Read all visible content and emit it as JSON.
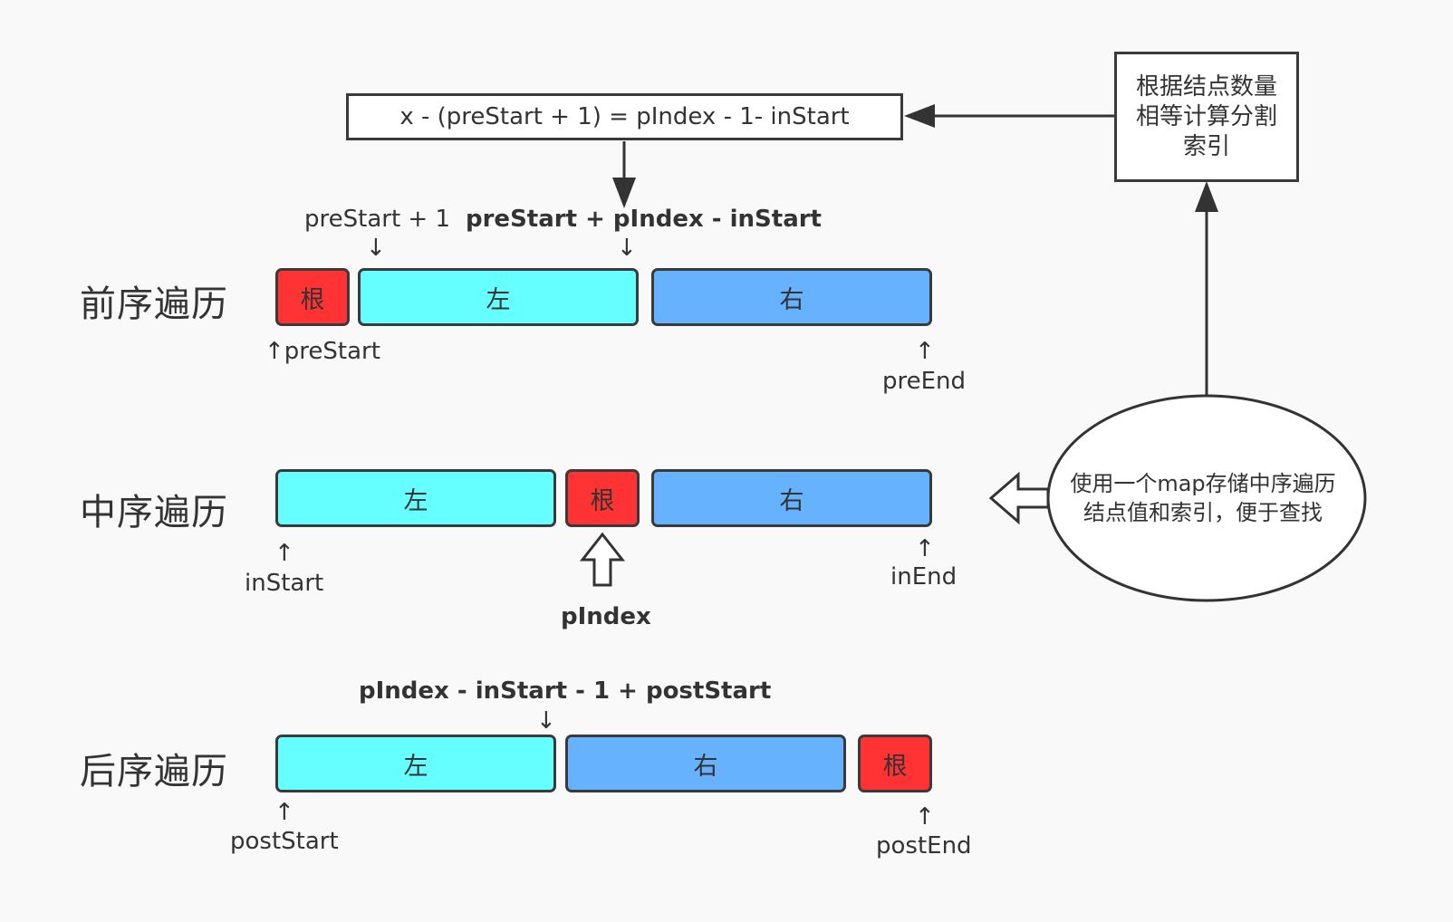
{
  "formula": "x - (preStart + 1) = pIndex - 1- inStart",
  "note_box": "根据结点数量相等计算分割索引",
  "note_ellipse": "使用一个map存储中序遍历结点值和索引，便于查找",
  "arrow_glyphs": {
    "down": "↓",
    "up": "↑"
  },
  "preorder": {
    "title": "前序遍历",
    "segments": {
      "root": "根",
      "left": "左",
      "right": "右"
    },
    "labels": {
      "left_start": "preStart + 1",
      "left_end": "preStart + pIndex - inStart",
      "start": "↑preStart",
      "end": "preEnd"
    }
  },
  "inorder": {
    "title": "中序遍历",
    "segments": {
      "left": "左",
      "root": "根",
      "right": "右"
    },
    "labels": {
      "start": "inStart",
      "end": "inEnd",
      "pivot": "pIndex"
    }
  },
  "postorder": {
    "title": "后序遍历",
    "segments": {
      "left": "左",
      "right": "右",
      "root": "根"
    },
    "labels": {
      "split": "pIndex - inStart - 1 + postStart",
      "start": "postStart",
      "end": "postEnd"
    }
  }
}
